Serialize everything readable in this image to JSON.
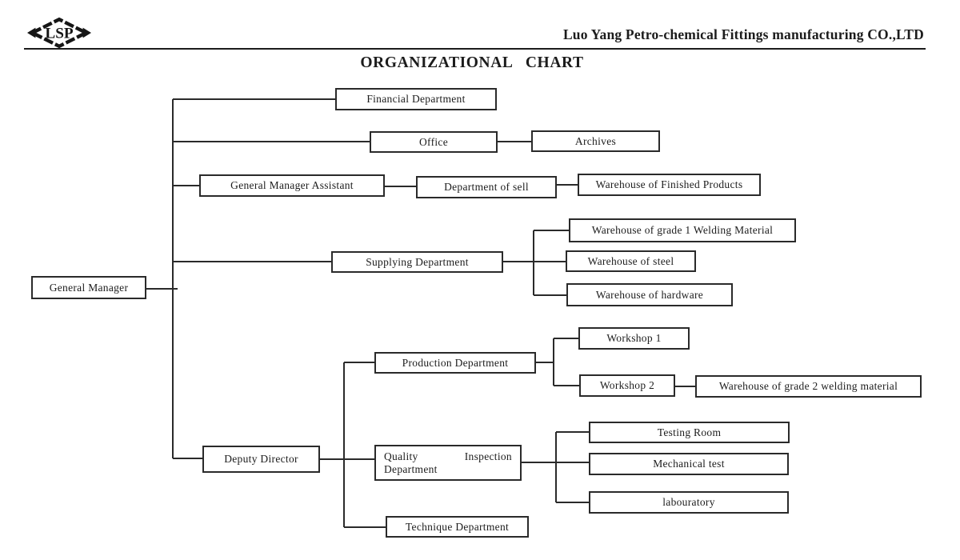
{
  "header": {
    "logo_text": "LSP",
    "company_name": "Luo Yang Petro-chemical Fittings manufacturing CO.,LTD",
    "title": "ORGANIZATIONAL   CHART"
  },
  "nodes": {
    "general_manager": {
      "label": "General Manager"
    },
    "financial": {
      "label": "Financial Department"
    },
    "office": {
      "label": "Office"
    },
    "archives": {
      "label": "Archives"
    },
    "gm_assistant": {
      "label": "General Manager Assistant"
    },
    "dept_sell": {
      "label": "Department of sell"
    },
    "wh_finished": {
      "label": "Warehouse of Finished Products"
    },
    "supplying": {
      "label": "Supplying Department"
    },
    "wh_grade1": {
      "label": "Warehouse of grade 1 Welding Material"
    },
    "wh_steel": {
      "label": "Warehouse of steel"
    },
    "wh_hardware": {
      "label": "Warehouse of hardware"
    },
    "production": {
      "label": "Production Department"
    },
    "workshop1": {
      "label": "Workshop 1"
    },
    "workshop2": {
      "label": "Workshop 2"
    },
    "wh_grade2": {
      "label": "Warehouse of grade 2 welding material"
    },
    "deputy": {
      "label": "Deputy Director"
    },
    "quality": {
      "line1_left": "Quality",
      "line1_right": "Inspection",
      "line2": "Department"
    },
    "testing_room": {
      "label": "Testing Room"
    },
    "mechanical": {
      "label": "Mechanical test"
    },
    "labouratory": {
      "label": "labouratory"
    },
    "technique": {
      "label": "Technique Department"
    }
  },
  "colors": {
    "ink": "#1c1c1c",
    "background": "#ffffff"
  }
}
